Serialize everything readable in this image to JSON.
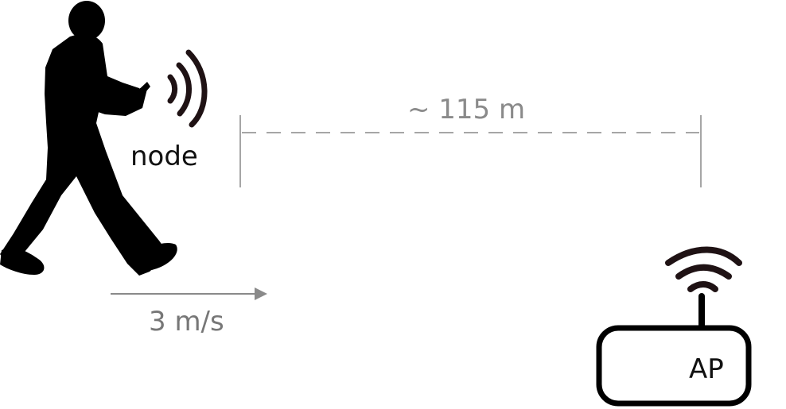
{
  "labels": {
    "node": "node",
    "distance": "~ 115 m",
    "speed": "3 m/s",
    "access_point": "AP"
  },
  "colors": {
    "silhouette": "#000000",
    "signal_waves": "#1f1214",
    "guide_lines": "#a6a6a6",
    "arrow": "#8a8a8a",
    "text_primary": "#111111",
    "text_secondary": "#8a8a8a"
  },
  "icons": {
    "person": "walking-person-icon",
    "phone_signal": "phone-signal-waves-icon",
    "ap_signal": "wifi-signal-icon",
    "access_point": "router-icon"
  }
}
